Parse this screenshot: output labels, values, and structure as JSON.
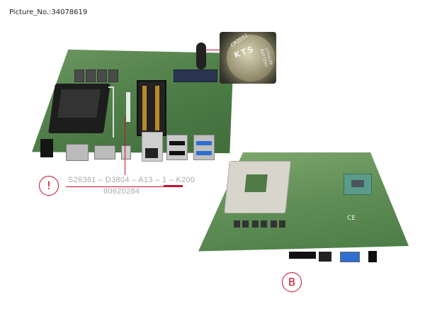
{
  "header": {
    "picture_number": "Picture_No.:34078619"
  },
  "part_number": {
    "full": "S26361 – D3804 – A13 – 1 – ",
    "suffix": "K200",
    "secondary": "80620284",
    "warning_symbol": "!"
  },
  "views": {
    "view_b_label": "B"
  },
  "battery_inset": {
    "battery_type": "CR2032",
    "brand_text": "KTS",
    "side_text": "LITHIUM BATTERY"
  },
  "colors": {
    "accent_red": "#c8102e",
    "part_number_gray": "#a9a9a9",
    "pcb_green": "#5e8d55",
    "usb3_blue": "#2e6fcf"
  }
}
